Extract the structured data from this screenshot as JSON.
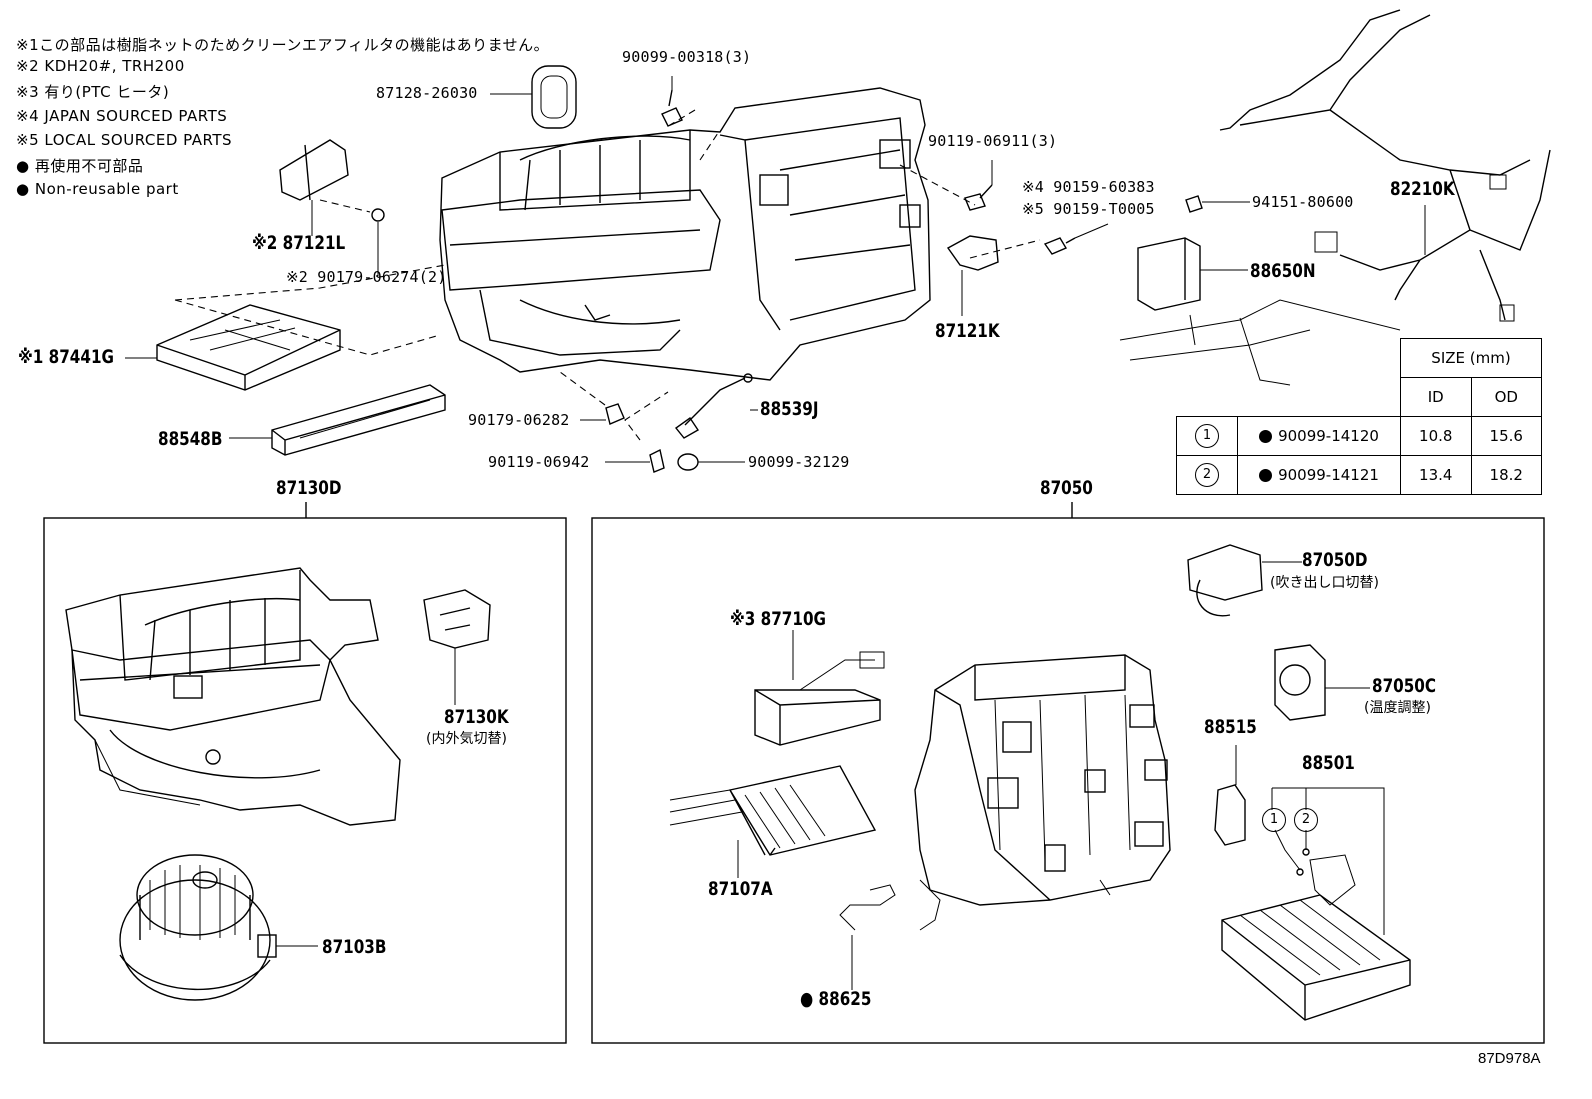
{
  "notes": [
    {
      "mark": "※1",
      "text": "この部品は樹脂ネットのためクリーンエアフィルタの機能はありません。"
    },
    {
      "mark": "※2",
      "text": "KDH20#, TRH200"
    },
    {
      "mark": "※3",
      "text": "有り(PTC ヒータ)"
    },
    {
      "mark": "※4",
      "text": "JAPAN SOURCED PARTS"
    },
    {
      "mark": "※5",
      "text": "LOCAL SOURCED PARTS"
    },
    {
      "mark": "●",
      "text": "再使用不可部品"
    },
    {
      "mark": "●",
      "text": "Non-reusable part"
    }
  ],
  "parts": {
    "p87128": "87128-26030",
    "p90099_00318": "90099-00318(3)",
    "p90119_06911": "90119-06911(3)",
    "p90159_60383": "※4 90159-60383",
    "p90159_T0005": "※5 90159-T0005",
    "p94151": "94151-80600",
    "p82210K": "82210K",
    "p87121L": "※2 87121L",
    "p90179_06274": "※2 90179-06274(2)",
    "p88650N": "88650N",
    "p87121K": "87121K",
    "p87441G": "※1 87441G",
    "p88539J": "88539J",
    "p90179_06282": "90179-06282",
    "p88548B": "88548B",
    "p90119_06942": "90119-06942",
    "p90099_32129": "90099-32129",
    "p87130D": "87130D",
    "p87050": "87050",
    "p87130K": "87130K",
    "p87130K_sub": "(内外気切替)",
    "p87103B": "87103B",
    "p87710G": "※3 87710G",
    "p87107A": "87107A",
    "p88625": "● 88625",
    "p87050D": "87050D",
    "p87050D_sub": "(吹き出し口切替)",
    "p87050C": "87050C",
    "p87050C_sub": "(温度調整)",
    "p88515": "88515",
    "p88501": "88501",
    "circle1": "1",
    "circle2": "2"
  },
  "size_table": {
    "title": "SIZE (mm)",
    "col_id": "ID",
    "col_od": "OD",
    "rows": [
      {
        "num": "1",
        "part": "90099-14120",
        "id": "10.8",
        "od": "15.6"
      },
      {
        "num": "2",
        "part": "90099-14121",
        "id": "13.4",
        "od": "18.2"
      }
    ]
  },
  "figure_code": "87D978A"
}
